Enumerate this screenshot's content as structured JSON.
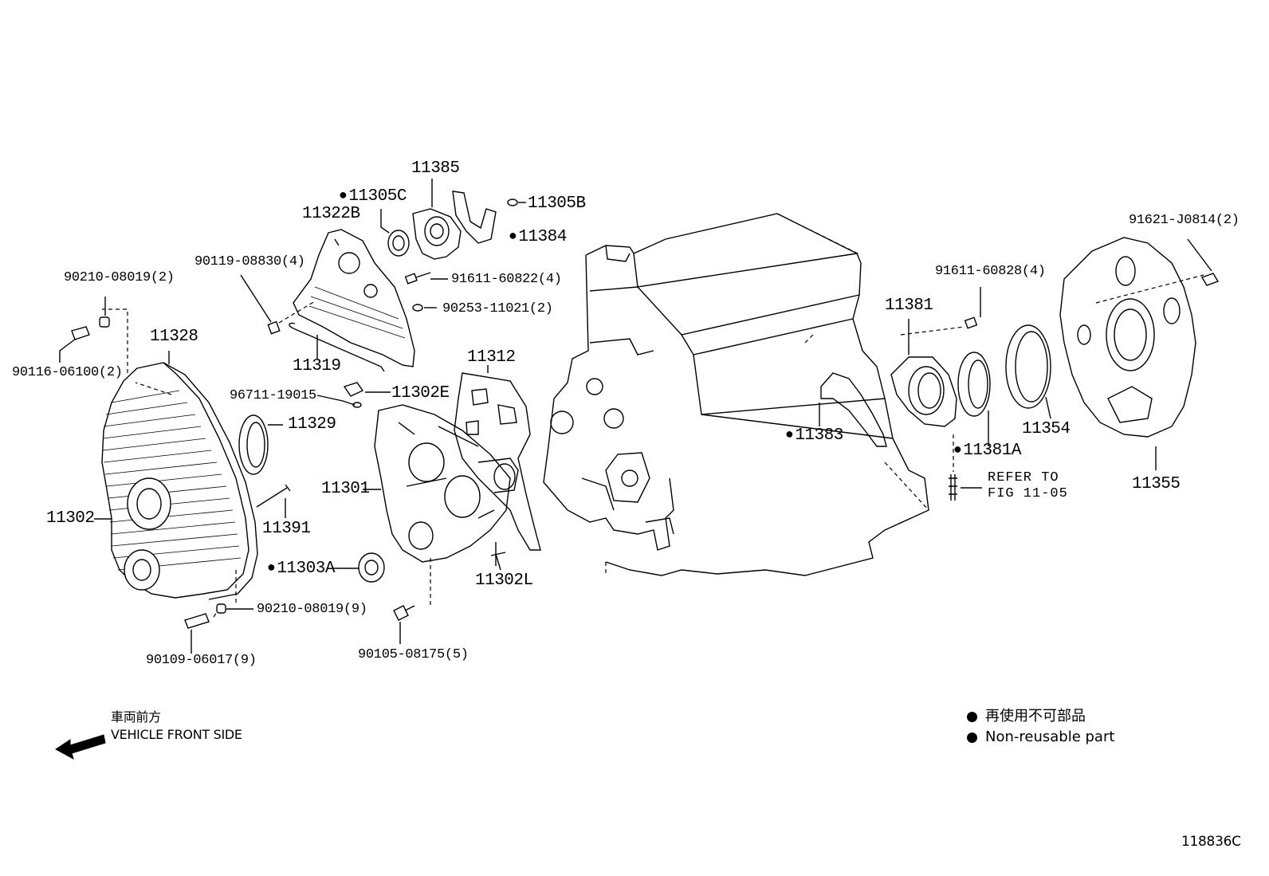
{
  "diagram": {
    "part_labels": [
      {
        "id": "11385",
        "text": "11385",
        "nr": false
      },
      {
        "id": "11305C",
        "text": "11305C",
        "nr": true
      },
      {
        "id": "11305B",
        "text": "11305B",
        "nr": false
      },
      {
        "id": "11322B",
        "text": "11322B",
        "nr": false
      },
      {
        "id": "11384",
        "text": "11384",
        "nr": true
      },
      {
        "id": "90119",
        "text": "90119-08830(4)",
        "nr": false
      },
      {
        "id": "91611a",
        "text": "91611-60822(4)",
        "nr": false
      },
      {
        "id": "90253",
        "text": "90253-11021(2)",
        "nr": false
      },
      {
        "id": "90210a",
        "text": "90210-08019(2)",
        "nr": false
      },
      {
        "id": "11328",
        "text": "11328",
        "nr": false
      },
      {
        "id": "90116",
        "text": "90116-06100(2)",
        "nr": false
      },
      {
        "id": "11319",
        "text": "11319",
        "nr": false
      },
      {
        "id": "11312",
        "text": "11312",
        "nr": false
      },
      {
        "id": "96711",
        "text": "96711-19015",
        "nr": false
      },
      {
        "id": "11302E",
        "text": "11302E",
        "nr": false
      },
      {
        "id": "11329",
        "text": "11329",
        "nr": false
      },
      {
        "id": "11301",
        "text": "11301",
        "nr": false
      },
      {
        "id": "11302",
        "text": "11302",
        "nr": false
      },
      {
        "id": "11391",
        "text": "11391",
        "nr": false
      },
      {
        "id": "11303A",
        "text": "11303A",
        "nr": true
      },
      {
        "id": "11302L",
        "text": "11302L",
        "nr": false
      },
      {
        "id": "90210b",
        "text": "90210-08019(9)",
        "nr": false
      },
      {
        "id": "90109",
        "text": "90109-06017(9)",
        "nr": false
      },
      {
        "id": "90105",
        "text": "90105-08175(5)",
        "nr": false
      },
      {
        "id": "91621",
        "text": "91621-J0814(2)",
        "nr": false
      },
      {
        "id": "91611b",
        "text": "91611-60828(4)",
        "nr": false
      },
      {
        "id": "11381",
        "text": "11381",
        "nr": false
      },
      {
        "id": "11383",
        "text": "11383",
        "nr": true
      },
      {
        "id": "11354",
        "text": "11354",
        "nr": false
      },
      {
        "id": "11381A",
        "text": "11381A",
        "nr": true
      },
      {
        "id": "11355",
        "text": "11355",
        "nr": false
      }
    ],
    "refer_note": {
      "line1": "REFER TO",
      "line2": "FIG 11-05"
    },
    "direction": {
      "jp": "車両前方",
      "en": "VEHICLE FRONT SIDE"
    },
    "legend": {
      "jp": "再使用不可部品",
      "en": "Non-reusable part"
    },
    "figure_code": "118836C"
  }
}
